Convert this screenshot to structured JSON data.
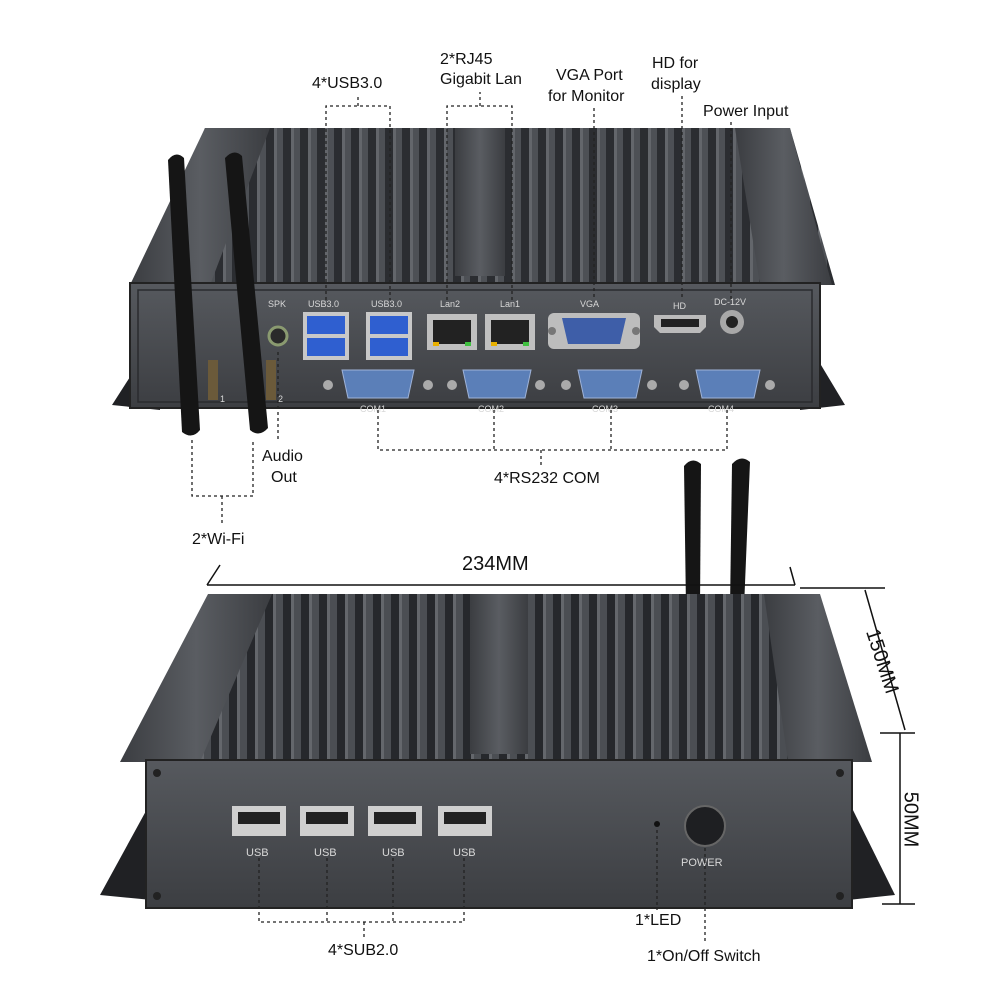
{
  "back_panel": {
    "callouts": {
      "usb3": "4*USB3.0",
      "rj45_line1": "2*RJ45",
      "rj45_line2": "Gigabit Lan",
      "vga_line1": "VGA Port",
      "vga_line2": "for Monitor",
      "hd_line1": "HD for",
      "hd_line2": "display",
      "power_input": "Power Input",
      "audio_line1": "Audio",
      "audio_line2": "Out",
      "rs232": "4*RS232 COM",
      "wifi": "2*Wi-Fi"
    },
    "port_labels": {
      "spk": "SPK",
      "usb3_a": "USB3.0",
      "usb3_b": "USB3.0",
      "lan2": "Lan2",
      "lan1": "Lan1",
      "vga": "VGA",
      "hd": "HD",
      "dc": "DC-12V",
      "com1": "COM1",
      "com2": "COM2",
      "com3": "COM3",
      "com4": "COM4",
      "ant1": "1",
      "ant2": "2"
    }
  },
  "front_panel": {
    "dimensions": {
      "width": "234MM",
      "depth": "150MM",
      "height": "50MM"
    },
    "port_labels": {
      "usb_1": "USB",
      "usb_2": "USB",
      "usb_3": "USB",
      "usb_4": "USB",
      "power": "POWER"
    },
    "callouts": {
      "usb2": "4*SUB2.0",
      "led": "1*LED",
      "switch": "1*On/Off Switch"
    }
  },
  "colors": {
    "chassis": "#3a3c40",
    "chassis_dark": "#1f2023",
    "panel": "#4a4c50",
    "usb3_blue": "#2f5fd0",
    "com_blue": "#5b7fb8",
    "vga_blue": "#3e5ea8",
    "antenna": "#151515"
  }
}
